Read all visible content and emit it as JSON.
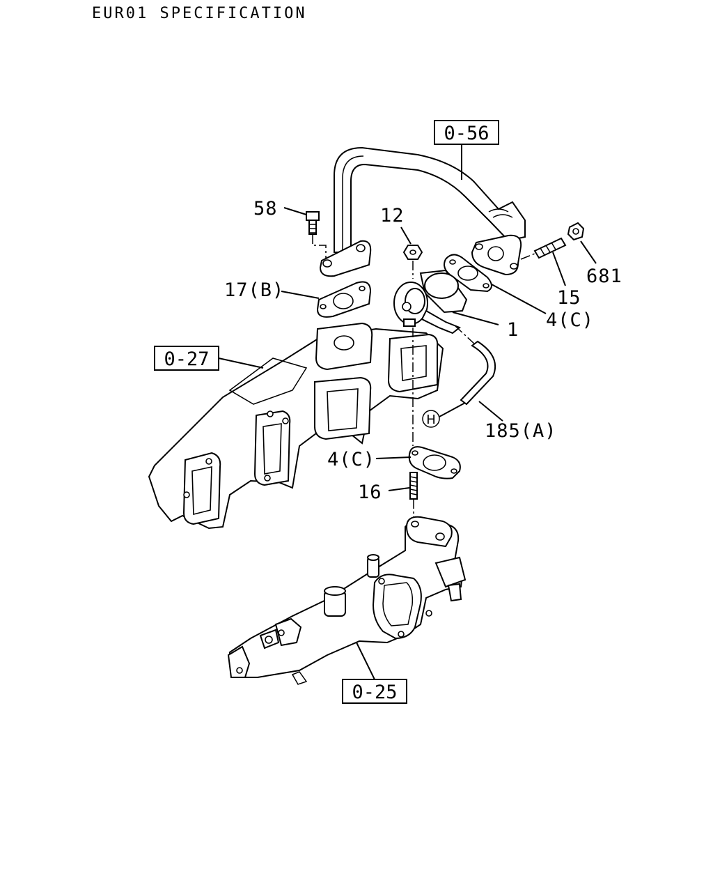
{
  "title": "EUR01 SPECIFICATION",
  "refs": {
    "r1": "0-56",
    "r2": "0-27",
    "r3": "0-25"
  },
  "labels": {
    "p58": "58",
    "p12": "12",
    "p681": "681",
    "p17b": "17(B)",
    "p15": "15",
    "p1": "1",
    "p4c_upper": "4(C)",
    "p185a": "185(A)",
    "p4c_lower": "4(C)",
    "p16": "16",
    "h": "H"
  }
}
